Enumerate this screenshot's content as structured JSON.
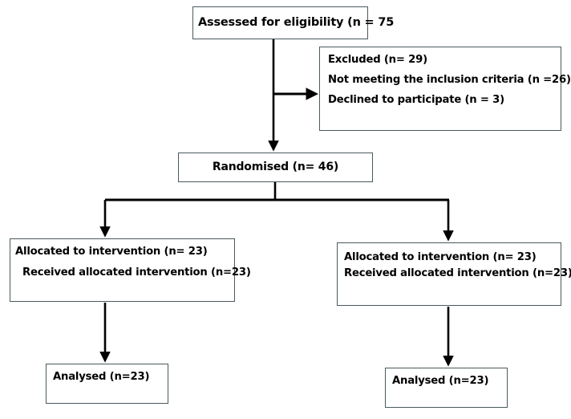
{
  "diagram": {
    "type": "consort-flow-diagram",
    "title": "CONSORT participant flow diagram",
    "background_color": "#ffffff",
    "box_border_color": "#4a5a5e",
    "connector_color": "#000000"
  },
  "nodes": {
    "assessed": {
      "label": "Assessed for eligibility (n = 75",
      "n": 75
    },
    "excluded": {
      "lines": [
        "Excluded (n= 29)",
        "Not meeting the inclusion criteria (n =26)",
        "Declined to participate (n = 3)"
      ],
      "total": 29,
      "not_meeting_criteria": 26,
      "declined": 3
    },
    "randomised": {
      "label": "Randomised (n= 46)",
      "n": 46
    },
    "allocation_left": {
      "lines": [
        "Allocated to intervention (n= 23)",
        "Received allocated intervention (n=23)"
      ],
      "allocated": 23,
      "received": 23
    },
    "allocation_right": {
      "lines": [
        "Allocated to intervention (n= 23)",
        "Received allocated intervention (n=23)"
      ],
      "allocated": 23,
      "received": 23
    },
    "analysed_left": {
      "label": "Analysed (n=23)",
      "n": 23
    },
    "analysed_right": {
      "label": "Analysed (n=23)",
      "n": 23
    }
  }
}
